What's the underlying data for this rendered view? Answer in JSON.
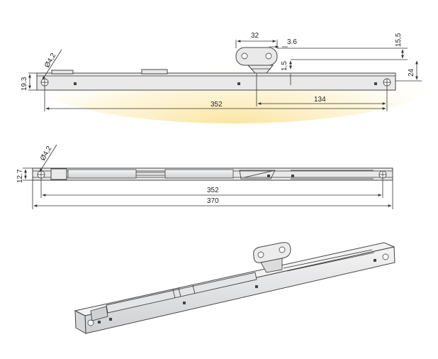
{
  "colors": {
    "background": "#ffffff",
    "line": "#333333",
    "part_fill": "#e9e9ea",
    "glow": "#fbe9a6"
  },
  "top_view": {
    "dim_32": "32",
    "dim_3_6": "3.6",
    "dim_15_5": "15,5",
    "dim_24": "24",
    "dim_1_5": "1,5",
    "dim_hole": "Ø4,2",
    "dim_19_3": "19.3",
    "dim_352": "352",
    "dim_134": "134"
  },
  "side_view": {
    "dim_hole": "Ø4,2",
    "dim_12_7": "12.7",
    "dim_352": "352",
    "dim_370": "370"
  }
}
